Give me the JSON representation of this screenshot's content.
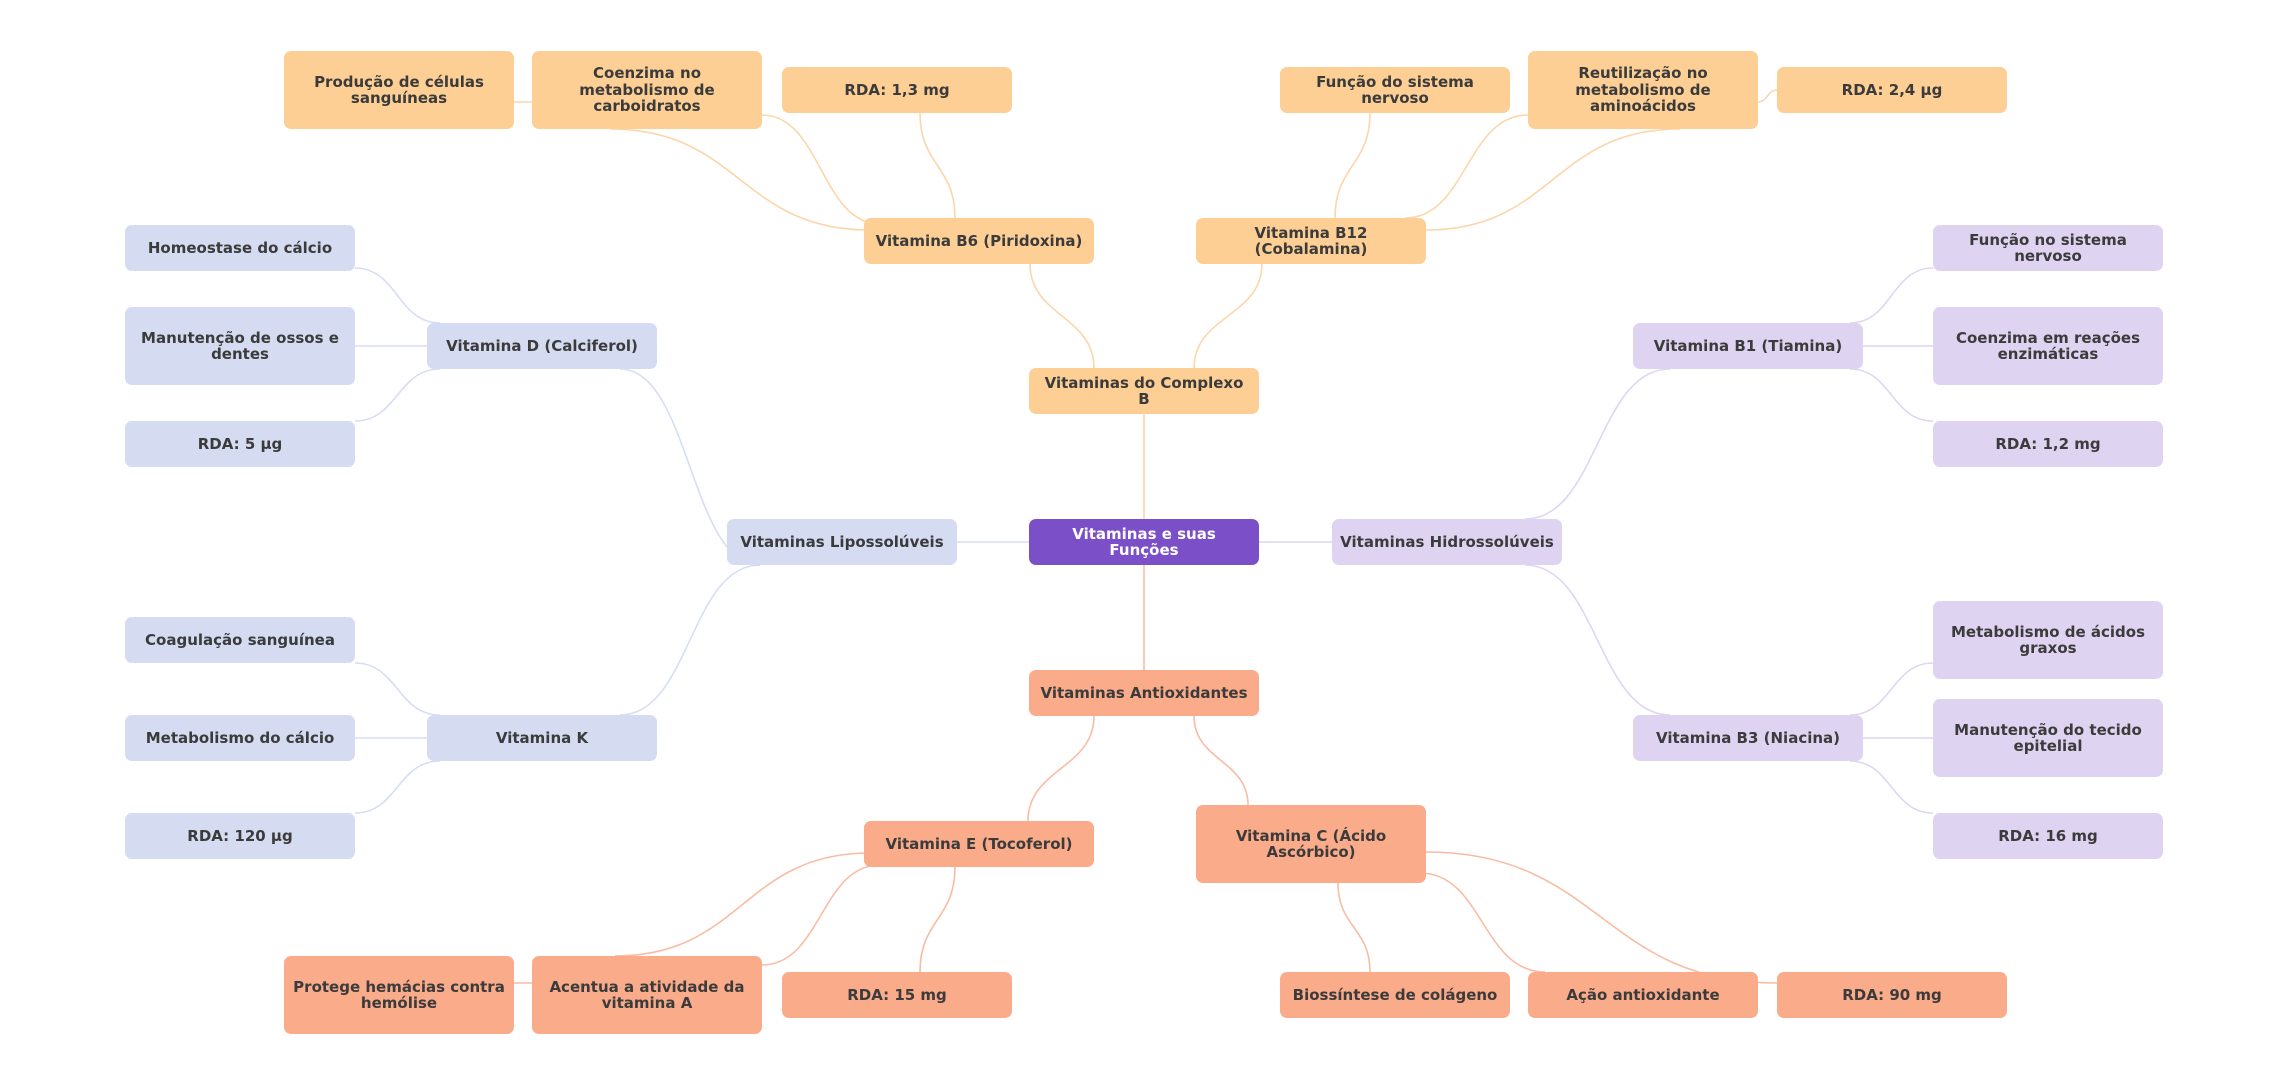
{
  "colors": {
    "root": "#7b4fc8",
    "lipossoluveis": "#d5dcf2",
    "hidrossoluveis": "#ded4f1",
    "complexo_b": "#fdcf95",
    "antioxidantes": "#f9ab8a",
    "edge_blue": "#c9d2ef",
    "edge_lavender": "#d4c8ee",
    "edge_orange": "#fbc88f",
    "edge_salmon": "#f7a584"
  },
  "mindmap": {
    "root": "Vitaminas e suas Funções",
    "branches": {
      "lipossoluveis": {
        "label": "Vitaminas Lipossolúveis",
        "vitamina_d": {
          "label": "Vitamina D (Calciferol)",
          "items": [
            "Homeostase do cálcio",
            "Manutenção de ossos e dentes",
            "RDA: 5 µg"
          ]
        },
        "vitamina_k": {
          "label": "Vitamina K",
          "items": [
            "Coagulação sanguínea",
            "Metabolismo do cálcio",
            "RDA: 120 µg"
          ]
        }
      },
      "hidrossoluveis": {
        "label": "Vitaminas Hidrossolúveis",
        "vitamina_b1": {
          "label": "Vitamina B1 (Tiamina)",
          "items": [
            "Função no sistema nervoso",
            "Coenzima em reações enzimáticas",
            "RDA: 1,2 mg"
          ]
        },
        "vitamina_b3": {
          "label": "Vitamina B3 (Niacina)",
          "items": [
            "Metabolismo de ácidos graxos",
            "Manutenção do tecido epitelial",
            "RDA: 16 mg"
          ]
        }
      },
      "complexo_b": {
        "label": "Vitaminas do Complexo B",
        "vitamina_b6": {
          "label": "Vitamina B6 (Piridoxina)",
          "items": [
            "Coenzima no metabolismo de carboidratos",
            "RDA: 1,3 mg"
          ],
          "subitem": "Produção de células sanguíneas"
        },
        "vitamina_b12": {
          "label": "Vitamina B12 (Cobalamina)",
          "items": [
            "Função do sistema nervoso",
            "Reutilização no metabolismo de aminoácidos",
            "RDA: 2,4 µg"
          ]
        }
      },
      "antioxidantes": {
        "label": "Vitaminas Antioxidantes",
        "vitamina_e": {
          "label": "Vitamina E (Tocoferol)",
          "items": [
            "Acentua a atividade da vitamina A",
            "RDA: 15 mg"
          ],
          "subitem": "Protege hemácias contra hemólise"
        },
        "vitamina_c": {
          "label": "Vitamina C (Ácido Ascórbico)",
          "items": [
            "Biossíntese de colágeno",
            "Ação antioxidante",
            "RDA: 90 mg"
          ]
        }
      }
    }
  }
}
